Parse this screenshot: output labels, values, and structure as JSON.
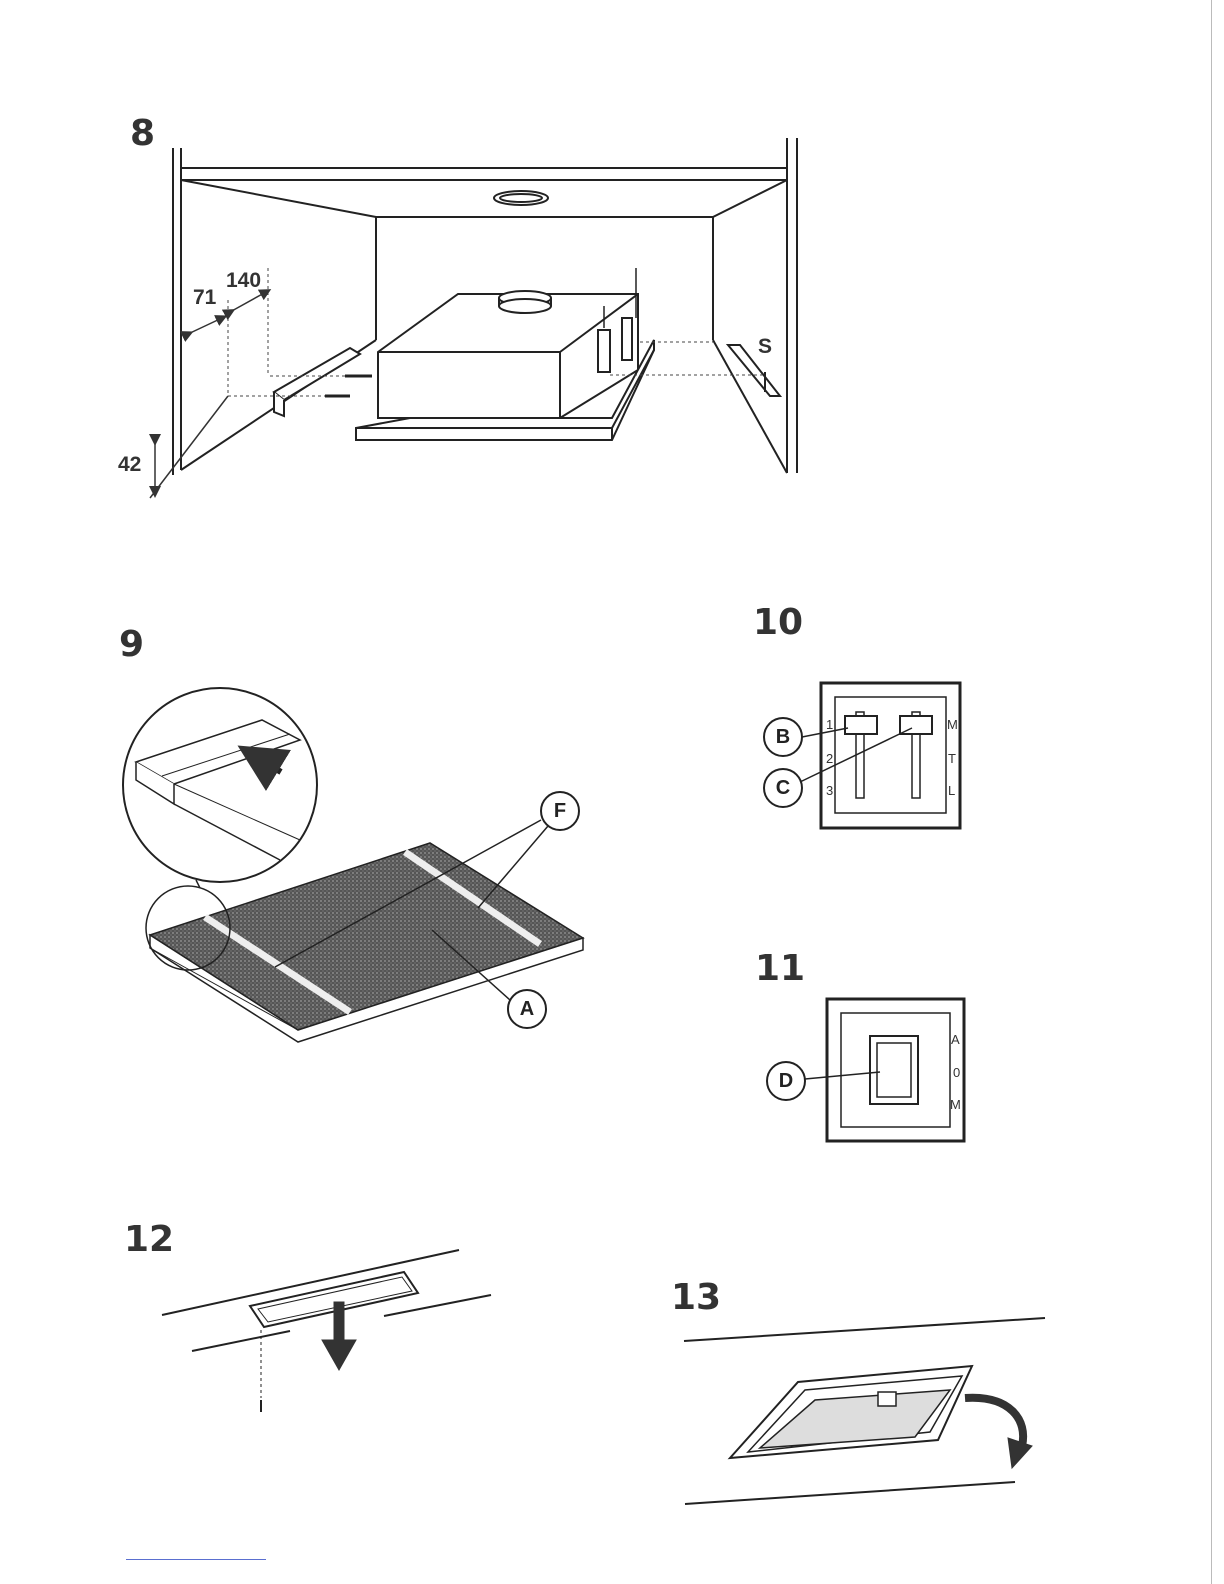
{
  "figures": {
    "fig8": {
      "number": "8",
      "dim_71": "71",
      "dim_140": "140",
      "dim_42": "42",
      "label_s": "S"
    },
    "fig9": {
      "number": "9",
      "callout_f": "F",
      "callout_a": "A"
    },
    "fig10": {
      "number": "10",
      "callout_b": "B",
      "callout_c": "C",
      "scale_left": [
        "1",
        "2",
        "3"
      ],
      "scale_right": [
        "M",
        "T",
        "L"
      ]
    },
    "fig11": {
      "number": "11",
      "callout_d": "D",
      "scale_right": [
        "A",
        "0",
        "M"
      ]
    },
    "fig12": {
      "number": "12"
    },
    "fig13": {
      "number": "13"
    }
  }
}
